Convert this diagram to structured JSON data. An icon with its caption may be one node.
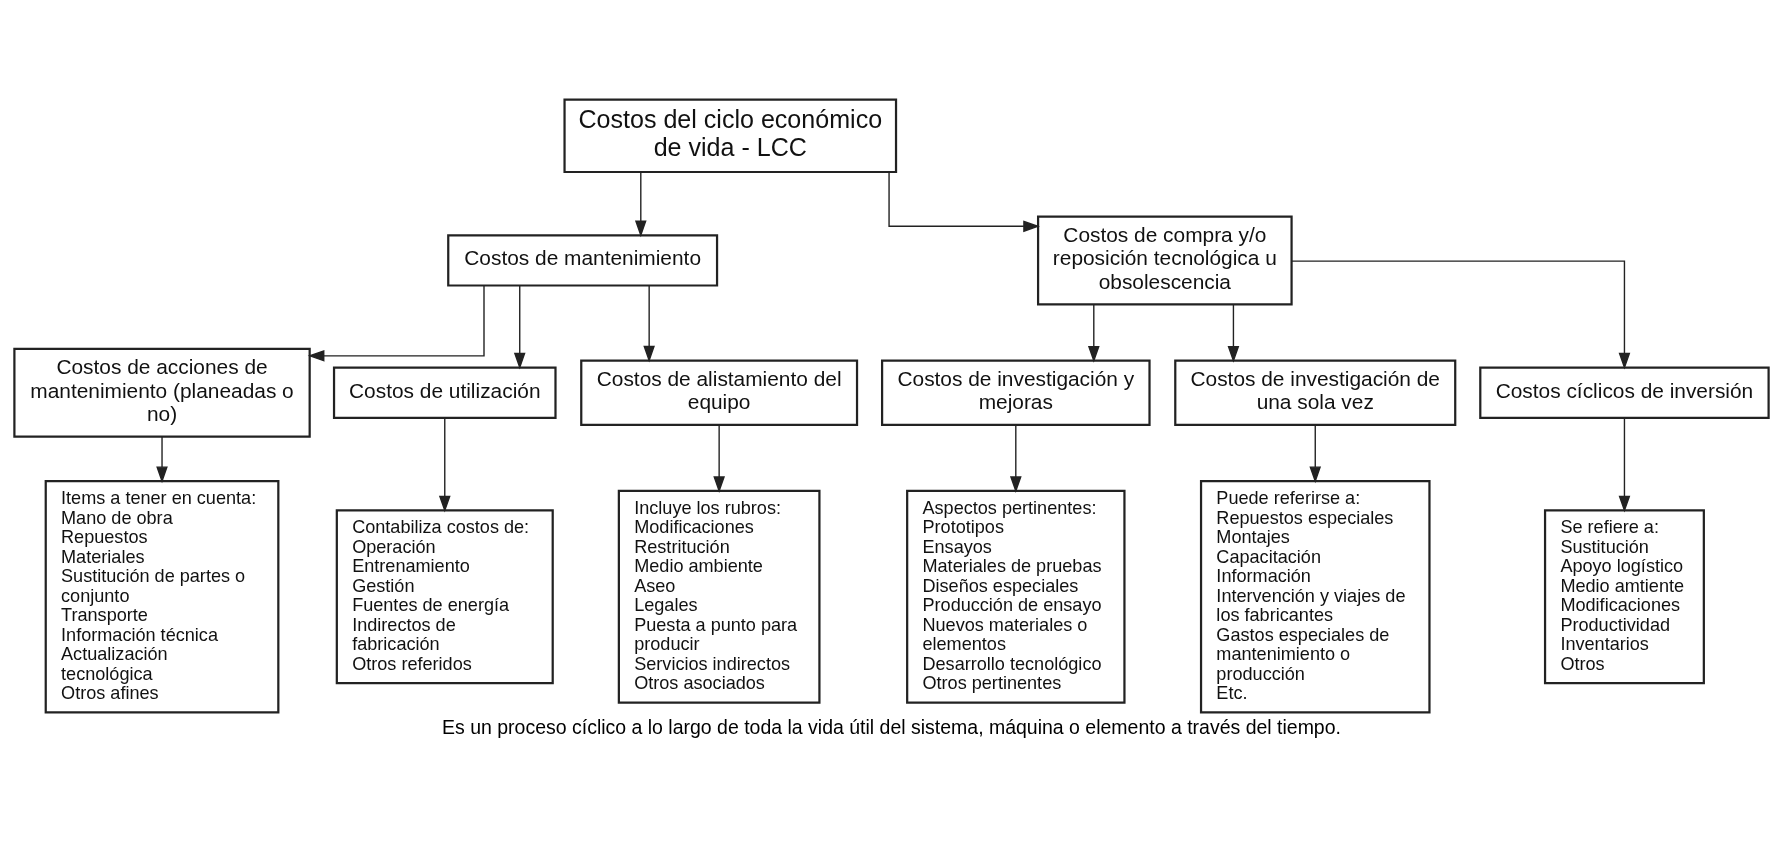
{
  "diagram": {
    "caption": "Es un proceso cíclico a lo largo de toda la vida útil del sistema, máquina o elemento a través del tiempo.",
    "nodes": [
      {
        "text": [
          "Costos del ciclo económico de vida - LCC"
        ]
      },
      {
        "text": [
          "Costos de mantenimiento"
        ]
      },
      {
        "text": [
          "Costos de compra y/o reposición tecnológica u obsolescencia"
        ]
      },
      {
        "text": [
          "Costos de acciones de mantenimiento (planeadas o no)"
        ]
      },
      {
        "text": [
          "Costos de utilización"
        ]
      },
      {
        "text": [
          "Costos de alistamiento del equipo"
        ]
      },
      {
        "text": [
          "Costos de investigación y mejoras"
        ]
      },
      {
        "text": [
          "Costos de investigación de una sola vez"
        ]
      },
      {
        "text": [
          "Costos cíclicos de inversión"
        ]
      },
      {
        "text": [
          "Items a tener en cuenta:",
          "Mano de obra",
          "Repuestos",
          "Materiales",
          "Sustitución de partes o conjunto",
          "Transporte",
          "Información técnica",
          "Actualización tecnológica",
          "Otros afines"
        ]
      },
      {
        "text": [
          "Contabiliza costos de:",
          "Operación",
          "Entrenamiento",
          "Gestión",
          "Fuentes de energía",
          "Indirectos de fabricación",
          "Otros referidos"
        ]
      },
      {
        "text": [
          "Incluye los rubros:",
          "Modificaciones",
          "Restritución",
          "Medio ambiente",
          "Aseo",
          "Legales",
          "Puesta a punto para producir",
          "Servicios indirectos",
          "Otros asociados"
        ]
      },
      {
        "text": [
          "Aspectos pertinentes:",
          "Prototipos",
          "Ensayos",
          "Materiales de pruebas",
          "Diseños especiales",
          "Producción de ensayo",
          "Nuevos materiales o elementos",
          "Desarrollo tecnológico",
          "Otros pertinentes"
        ]
      },
      {
        "text": [
          "Puede referirse a:",
          "Repuestos especiales",
          "Montajes",
          "Capacitación",
          "Información",
          "Intervención y viajes de los fabricantes",
          "Gastos especiales de mantenimiento o producción",
          "Etc."
        ]
      },
      {
        "text": [
          "Se refiere a:",
          "Sustitución",
          "Apoyo logístico",
          "Medio amtiente",
          "Modificaciones",
          "Productividad",
          "Inventarios",
          "Otros"
        ]
      }
    ],
    "edges": [
      {
        "from": 0,
        "to": 1,
        "arrow": "to"
      },
      {
        "from": 0,
        "to": 2,
        "arrow": "to"
      },
      {
        "from": 1,
        "to": 3,
        "arrow": "to"
      },
      {
        "from": 1,
        "to": 4,
        "arrow": "to"
      },
      {
        "from": 1,
        "to": 5,
        "arrow": "to"
      },
      {
        "from": 2,
        "to": 6,
        "arrow": "to"
      },
      {
        "from": 2,
        "to": 7,
        "arrow": "to"
      },
      {
        "from": 2,
        "to": 8,
        "arrow": "to"
      },
      {
        "from": 3,
        "to": 9,
        "arrow": "to"
      },
      {
        "from": 4,
        "to": 10,
        "arrow": "to"
      },
      {
        "from": 5,
        "to": 11,
        "arrow": "to"
      },
      {
        "from": 6,
        "to": 12,
        "arrow": "to"
      },
      {
        "from": 7,
        "to": 13,
        "arrow": "to"
      },
      {
        "from": 8,
        "to": 14,
        "arrow": "to"
      }
    ]
  }
}
